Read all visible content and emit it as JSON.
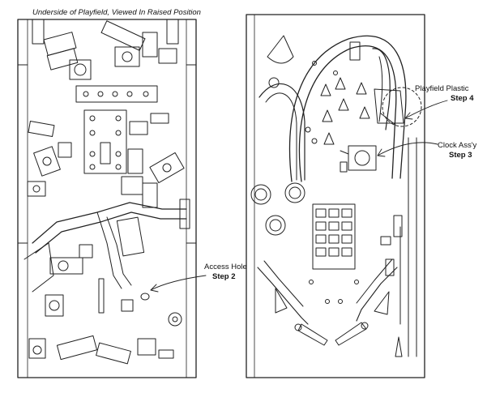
{
  "diagram": {
    "caption": "Underside of Playfield, Viewed In Raised Position",
    "callouts": [
      {
        "id": "access-hole",
        "label": "Access Hole",
        "step": "Step 2"
      },
      {
        "id": "clock-assy",
        "label": "Clock Ass'y",
        "step": "Step 3"
      },
      {
        "id": "playfield-plastic",
        "label": "Playfield Plastic",
        "step": "Step 4"
      }
    ]
  }
}
